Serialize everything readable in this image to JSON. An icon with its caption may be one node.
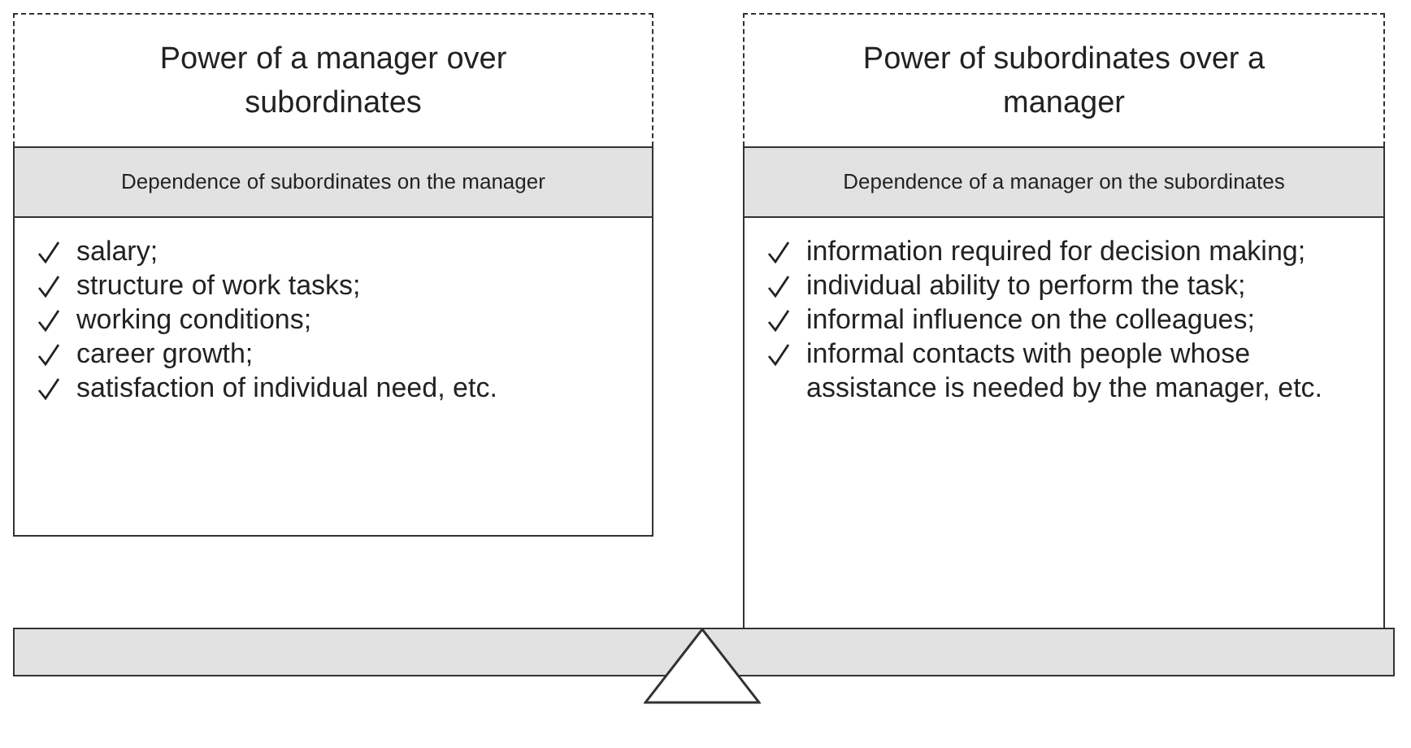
{
  "diagram": {
    "nodes": [
      {
        "text": [
          "Power of a manager over subordinates"
        ]
      },
      {
        "text": [
          "Dependence of subordinates on the manager"
        ]
      },
      {
        "text": [
          "salary;",
          "structure of work tasks;",
          "working conditions;",
          "career growth;",
          "satisfaction of individual need, etc."
        ]
      },
      {
        "text": [
          "Power of subordinates over a manager"
        ]
      },
      {
        "text": [
          "Dependence of a manager on the subordinates"
        ]
      },
      {
        "text": [
          "information required for decision making;",
          "individual ability to perform the task;",
          "informal influence on  the colleagues;",
          "informal contacts with people whose assistance is needed by the manager, etc."
        ]
      },
      {
        "text": [],
        "shape": "bar"
      },
      {
        "text": [],
        "shape": "triangle"
      }
    ]
  }
}
